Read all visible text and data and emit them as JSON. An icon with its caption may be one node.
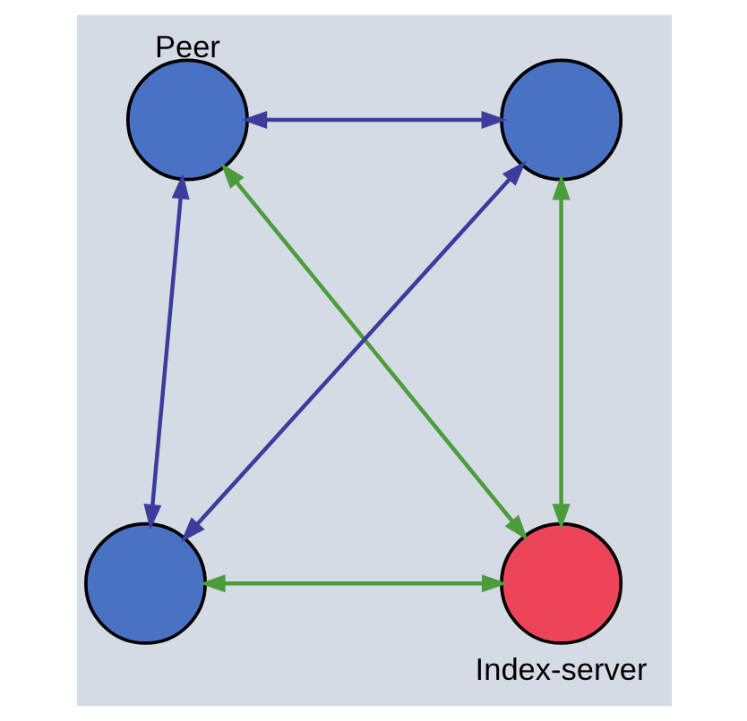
{
  "diagram": {
    "nodes": [
      {
        "text": [
          "Peer"
        ]
      },
      {
        "text": [],
        "shape": "circle"
      },
      {
        "text": [],
        "shape": "circle"
      },
      {
        "text": [
          "Index-server"
        ]
      }
    ],
    "edges": [
      {
        "from": 0,
        "to": 1,
        "arrow": "both",
        "color": "#3c3c9c"
      },
      {
        "from": 0,
        "to": 2,
        "arrow": "both",
        "color": "#3c3c9c"
      },
      {
        "from": 2,
        "to": 1,
        "arrow": "both",
        "color": "#3c3c9c"
      },
      {
        "from": 0,
        "to": 3,
        "arrow": "both",
        "color": "#4c9c3c"
      },
      {
        "from": 1,
        "to": 3,
        "arrow": "both",
        "color": "#4c9c3c"
      },
      {
        "from": 2,
        "to": 3,
        "arrow": "both",
        "color": "#4c9c3c"
      }
    ]
  }
}
